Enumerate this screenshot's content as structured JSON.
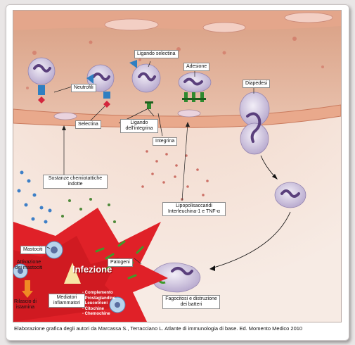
{
  "labels": {
    "ligando_selectina": "Ligando selectina",
    "adesione": "Adesione",
    "neutrofili": "Neutrofili",
    "diapedesi": "Diapedesi",
    "selectina": "Selectina",
    "ligando_integrina": "Ligando dell'integrina",
    "integrina": "Integrina",
    "sostanze": "Sostanze chemiotattiche indotte",
    "lipopolisaccaridi": "Lipopolisaccaridi Interleuchina-1 e TNF-α",
    "mastociti": "Mastociti",
    "attivazione": "Attivazione dei mastociti",
    "rilascio": "Rilascio di istamina",
    "infezione": "Infezione",
    "patogeni": "Patogeni",
    "mediatori": "Mediatori infiammatori",
    "fagocitosi": "Fagocitosi e distruzione dei batteri"
  },
  "mediator_list": [
    "- Complemento",
    "- Prostaglandine",
    "- Leucotrieni",
    "- Citochine",
    "- Chemochine"
  ],
  "caption": "Elaborazione grafica degli autori da Marcassa S., Terracciano L. Atlante di immunologia di base. Ed. Momento Medico 2010",
  "colors": {
    "vessel": "#e2b49a",
    "tissue": "#f3ded1",
    "infection": "#e02128",
    "neutrophil": "#d8cfe6",
    "selectin": "#2f7fc1",
    "integrin": "#2f8a2f"
  }
}
